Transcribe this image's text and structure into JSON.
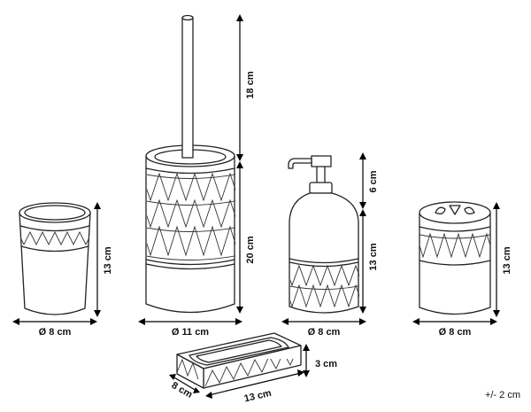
{
  "products": {
    "tumbler": {
      "diameter": "Ø 8 cm",
      "height": "13 cm"
    },
    "toilet_brush": {
      "handle_height": "18 cm",
      "holder_height": "20 cm",
      "diameter": "Ø 11 cm"
    },
    "soap_dispenser": {
      "pump_height": "6 cm",
      "body_height": "13 cm",
      "diameter": "Ø 8 cm"
    },
    "toothbrush_holder": {
      "height": "13 cm",
      "diameter": "Ø 8 cm"
    },
    "soap_dish": {
      "height": "3 cm",
      "depth": "8 cm",
      "width": "13 cm"
    }
  },
  "tolerance": "+/- 2 cm"
}
